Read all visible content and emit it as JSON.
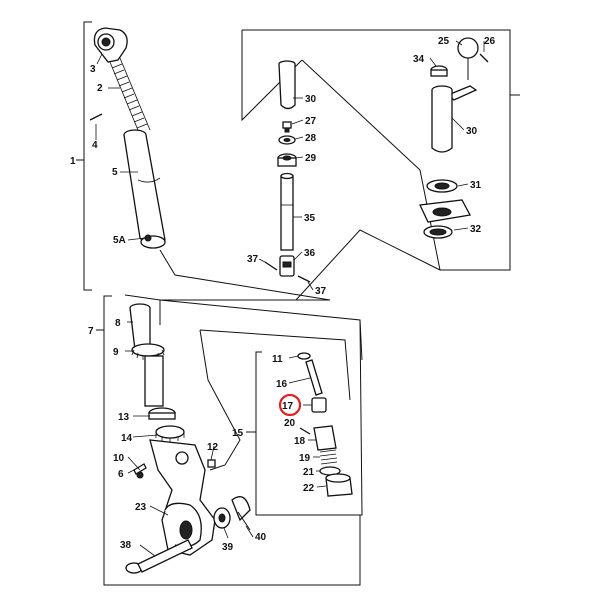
{
  "callouts": {
    "c1": "1",
    "c2": "2",
    "c3": "3",
    "c4": "4",
    "c5": "5",
    "c5a": "5A",
    "c6": "6",
    "c7": "7",
    "c8": "8",
    "c9": "9",
    "c10": "10",
    "c11": "11",
    "c12": "12",
    "c13": "13",
    "c14": "14",
    "c15": "15",
    "c16": "16",
    "c17": "17",
    "c18": "18",
    "c19": "19",
    "c20": "20",
    "c21": "21",
    "c22": "22",
    "c23": "23",
    "c25": "25",
    "c26": "26",
    "c27": "27",
    "c28": "28",
    "c29": "29",
    "c30a": "30",
    "c30b": "30",
    "c31": "31",
    "c32": "32",
    "c34": "34",
    "c35": "35",
    "c36": "36",
    "c37a": "37",
    "c37b": "37",
    "c38": "38",
    "c39": "39",
    "c40": "40"
  },
  "highlight": {
    "callout": "17",
    "color": "#e02020"
  }
}
